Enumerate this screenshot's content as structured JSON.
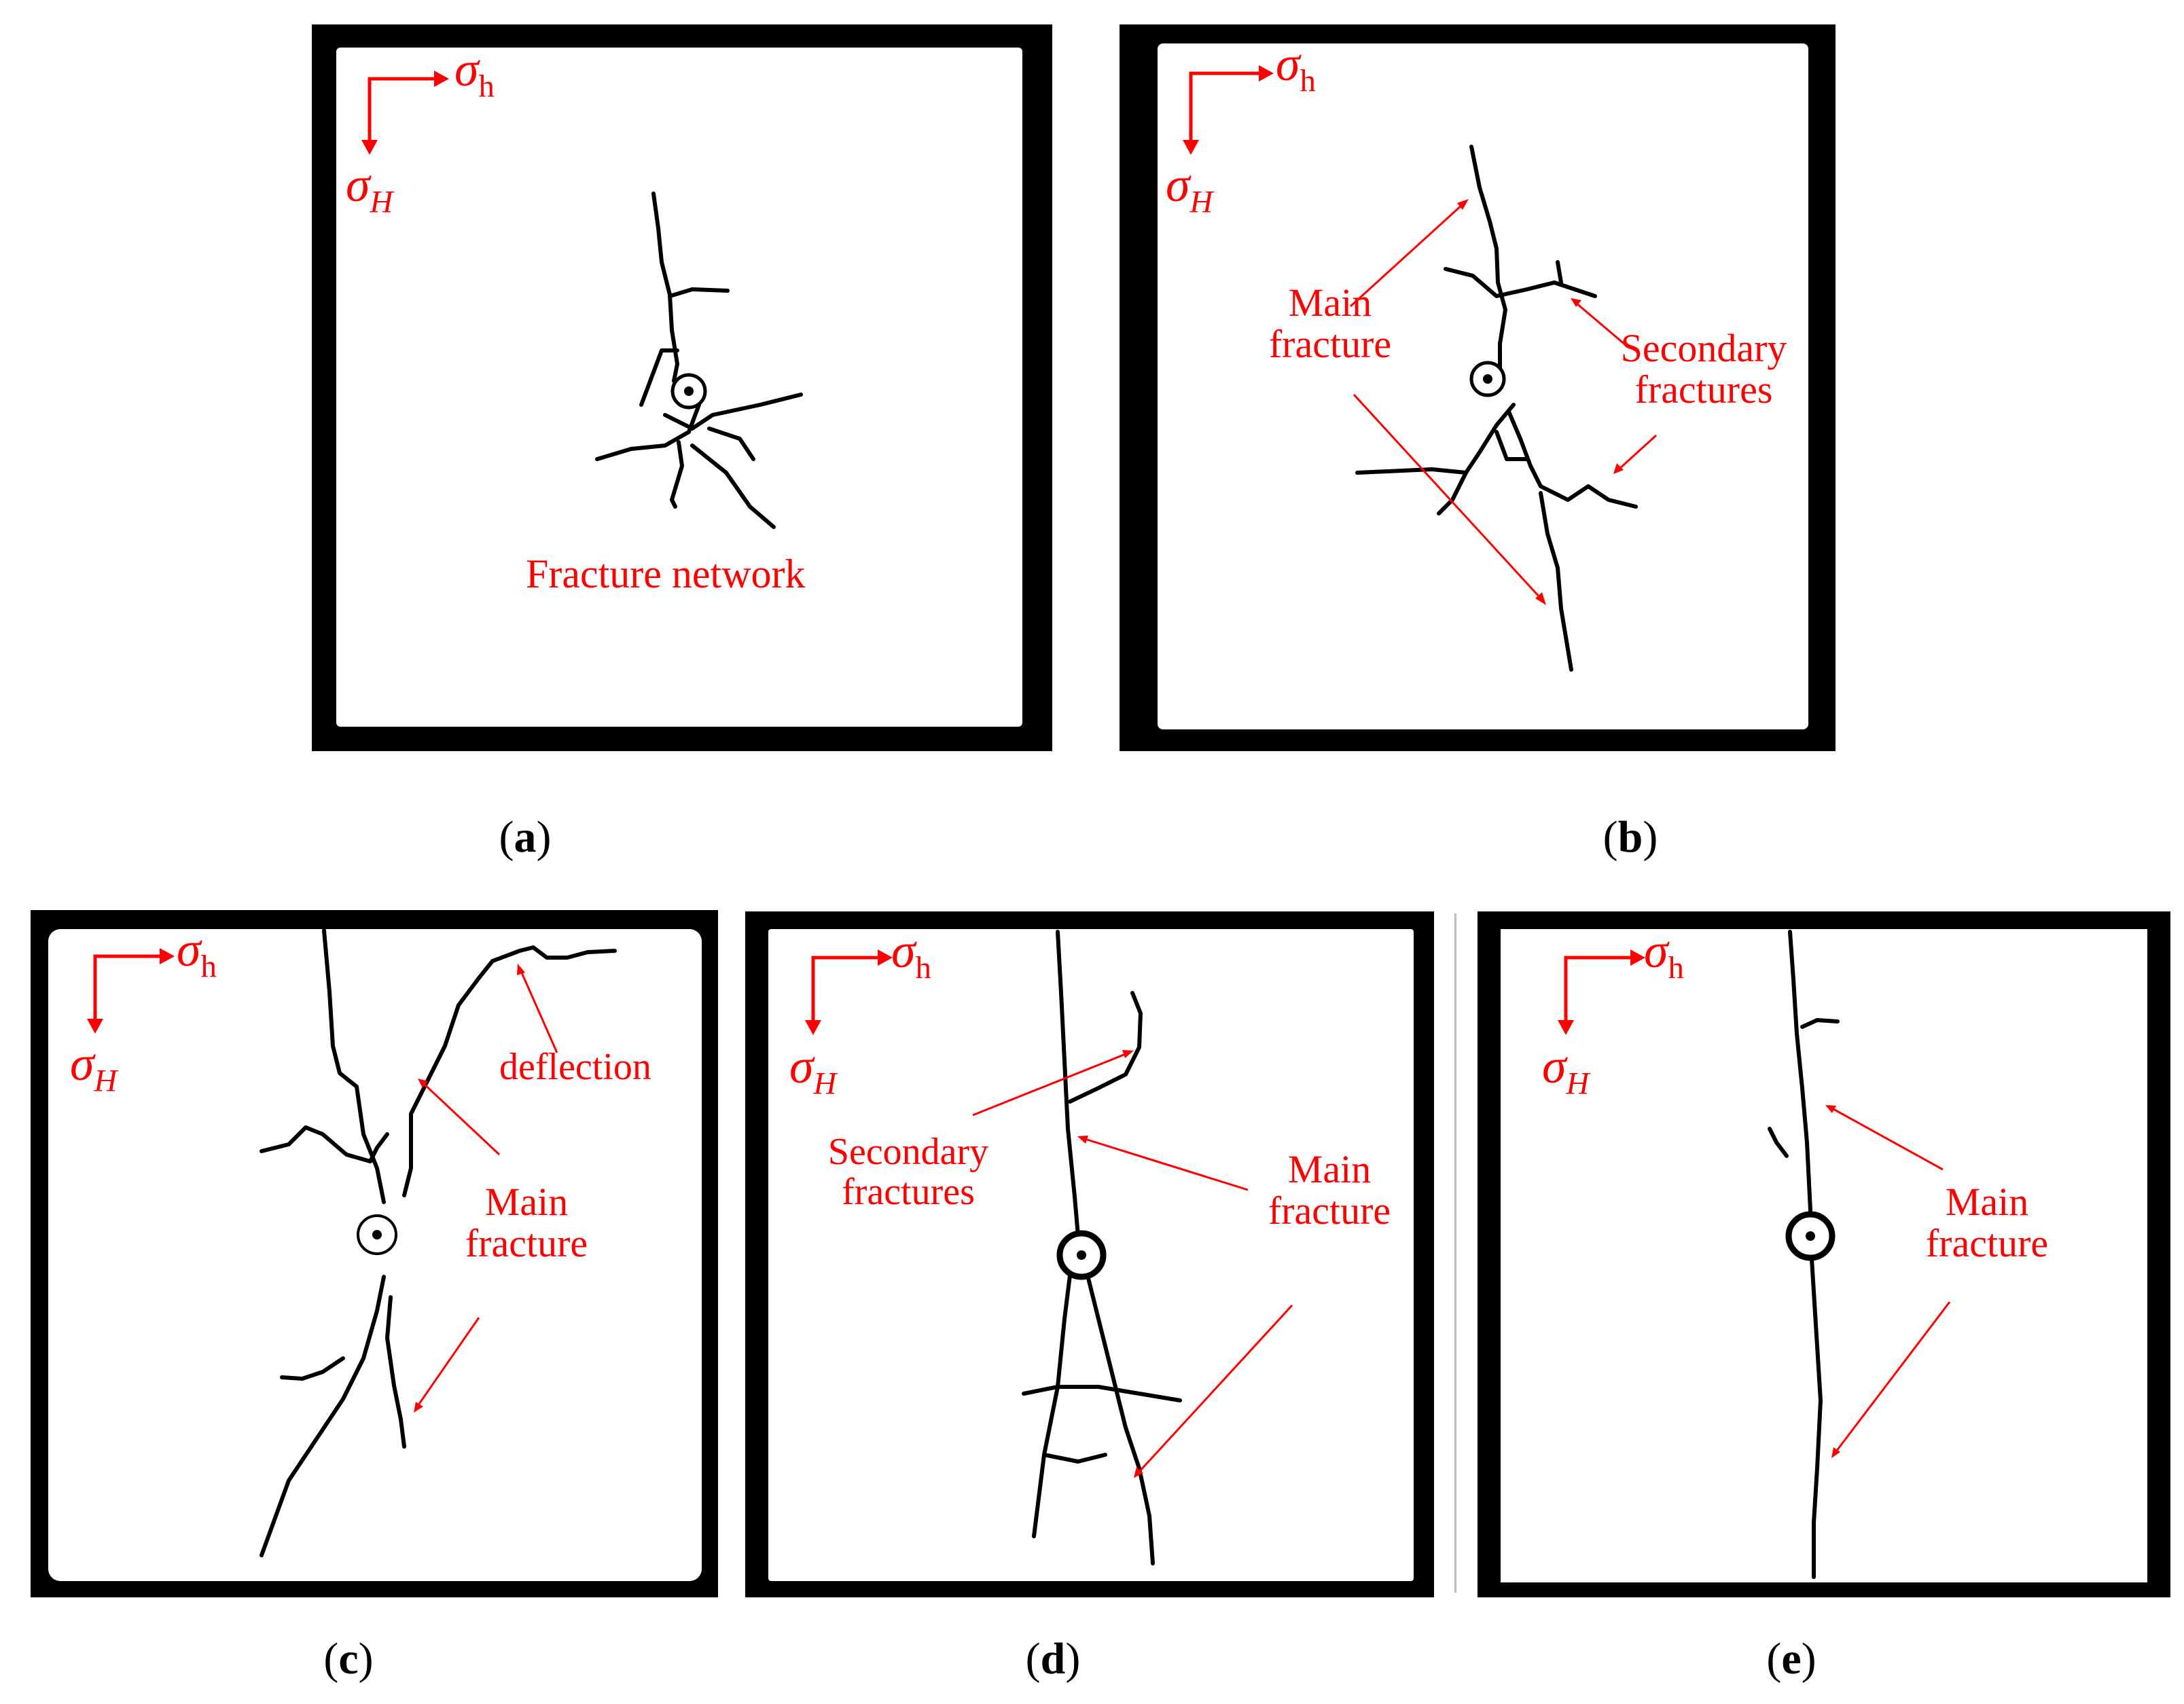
{
  "panels": [
    {
      "id": "a",
      "caption_letter": "a",
      "sigma_h": {
        "symbol": "σ",
        "sub": "h"
      },
      "sigma_H": {
        "symbol": "σ",
        "sub": "H"
      },
      "labels": [
        "Fracture network"
      ]
    },
    {
      "id": "b",
      "caption_letter": "b",
      "sigma_h": {
        "symbol": "σ",
        "sub": "h"
      },
      "sigma_H": {
        "symbol": "σ",
        "sub": "H"
      },
      "labels": [
        "Main",
        "fracture",
        "Secondary",
        "fractures"
      ]
    },
    {
      "id": "c",
      "caption_letter": "c",
      "sigma_h": {
        "symbol": "σ",
        "sub": "h"
      },
      "sigma_H": {
        "symbol": "σ",
        "sub": "H"
      },
      "labels": [
        "deflection",
        "Main",
        "fracture"
      ]
    },
    {
      "id": "d",
      "caption_letter": "d",
      "sigma_h": {
        "symbol": "σ",
        "sub": "h"
      },
      "sigma_H": {
        "symbol": "σ",
        "sub": "H"
      },
      "labels": [
        "Secondary",
        "fractures",
        "Main",
        "fracture"
      ]
    },
    {
      "id": "e",
      "caption_letter": "e",
      "sigma_h": {
        "symbol": "σ",
        "sub": "h"
      },
      "sigma_H": {
        "symbol": "σ",
        "sub": "H"
      },
      "labels": [
        "Main",
        "fracture"
      ]
    }
  ],
  "caption_parens": {
    "open": "(",
    "close": ")"
  },
  "colors": {
    "annotation": "#ff0000",
    "crack": "#000000",
    "frame": "#000000"
  }
}
